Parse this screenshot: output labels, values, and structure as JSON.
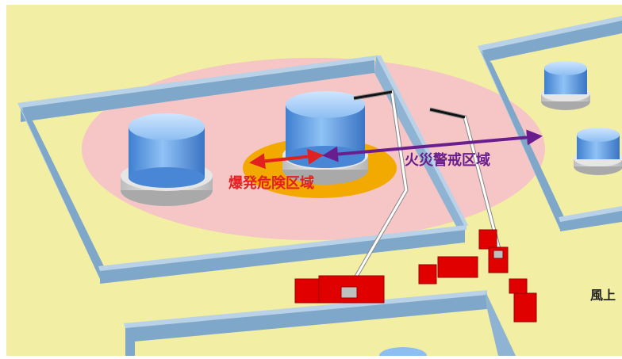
{
  "labels": {
    "explosion_zone": "爆発危険区域",
    "fire_zone": "火災警戒区域",
    "upwind": "風上"
  },
  "colors": {
    "ground": "#F2EEA3",
    "fire_zone_fill": "#F5C2C7",
    "explosion_zone_fill": "#F2A900",
    "wall_face": "#7FA7C9",
    "wall_top": "#B9D2E8",
    "tank": "#5E9CE6",
    "explosion_arrow": "#E32020",
    "fire_arrow": "#6A1E8E",
    "vehicle": "#E00000"
  }
}
